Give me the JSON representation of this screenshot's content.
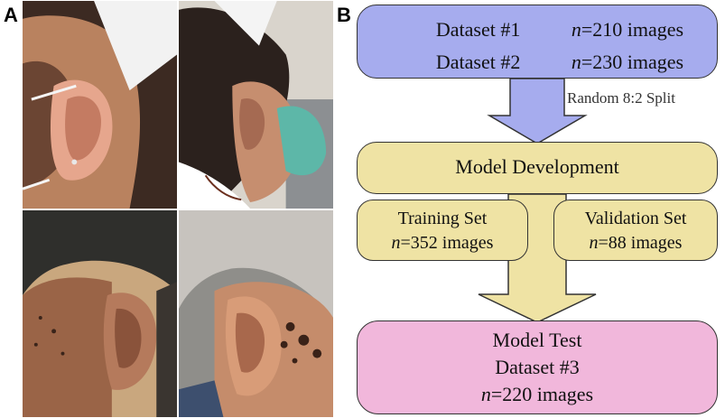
{
  "panels": {
    "a_label": "A",
    "b_label": "B"
  },
  "photos": [
    {
      "name": "ear-photo-young-woman-side"
    },
    {
      "name": "ear-photo-nurse-mask-side"
    },
    {
      "name": "ear-photo-older-man-gray-hair"
    },
    {
      "name": "ear-photo-older-man-pigmented-lesions"
    }
  ],
  "flowchart": {
    "datasets": [
      {
        "name": "Dataset #1",
        "n_italic": "n",
        "count": "=210 images"
      },
      {
        "name": "Dataset #2",
        "n_italic": "n",
        "count": "=230 images"
      }
    ],
    "split_label": "Random 8:2 Split",
    "development": {
      "label": "Model Development"
    },
    "training": {
      "title": "Training Set",
      "n_italic": "n",
      "count": "=352 images"
    },
    "validation": {
      "title": "Validation Set",
      "n_italic": "n",
      "count": "=88 images"
    },
    "test": {
      "title": "Model Test",
      "dataset": "Dataset #3",
      "n_italic": "n",
      "count": "=220 images"
    }
  },
  "colors": {
    "dataset_box": "#a6acee",
    "arrow_blue": "#a6acee",
    "development_box": "#efe3a4",
    "arrow_yellow": "#efe3a4",
    "test_box": "#f1b7db"
  }
}
